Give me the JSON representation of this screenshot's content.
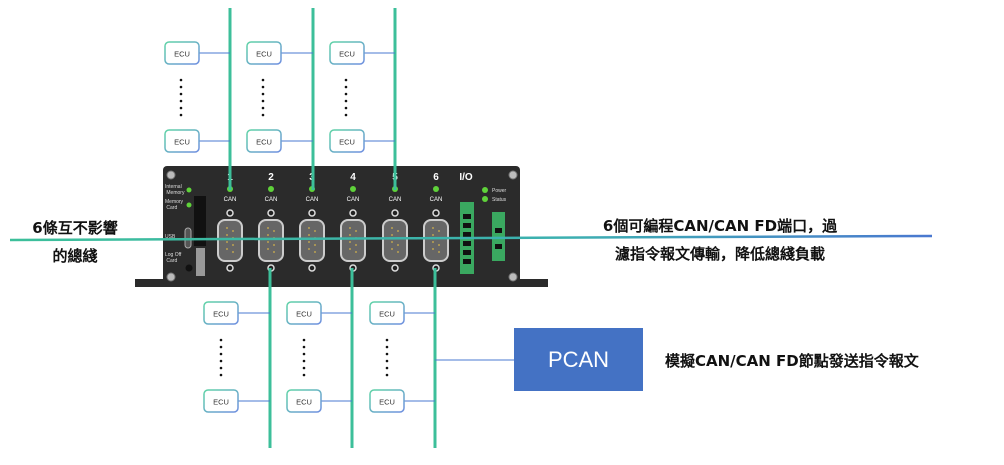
{
  "ecu_label": "ECU",
  "device": {
    "port_numbers": [
      "1",
      "2",
      "3",
      "4",
      "5",
      "6"
    ],
    "port_label": "CAN",
    "io_label": "I/O",
    "left_labels": [
      "Internal Memory",
      "Memory Card",
      "USB",
      "Log Off Card"
    ],
    "right_leds": [
      "Power",
      "Status"
    ]
  },
  "pcan": {
    "label": "PCAN"
  },
  "captions": {
    "left_line1": "6條互不影響",
    "left_line2": "的總綫",
    "right_line1": "6個可編程CAN/CAN FD端口，過",
    "right_line2": "濾指令報文傳輸，降低總綫負載",
    "pcan_caption": "模擬CAN/CAN FD節點發送指令報文"
  },
  "colors": {
    "bus_green": "#3cbf9a",
    "bus_blue": "#4a78d0",
    "pcan_fill": "#4472c4",
    "device": "#2b2b2b",
    "led": "#5fd23a"
  }
}
